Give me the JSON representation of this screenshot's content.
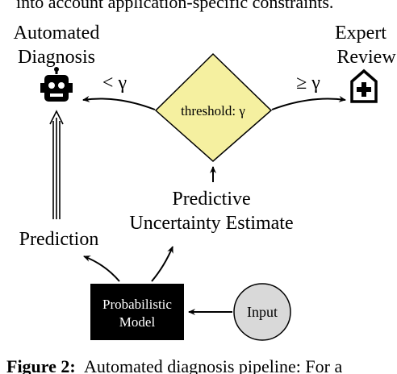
{
  "top_text": "into account application-specific constraints.",
  "automated_diagnosis": {
    "line1": "Automated",
    "line2": "Diagnosis",
    "icon": "robot-icon"
  },
  "expert_review": {
    "line1": "Expert",
    "line2": "Review",
    "icon": "hospital-icon"
  },
  "threshold_label": "threshold: γ",
  "less_than_label": "< γ",
  "greater_equal_label": "≥ γ",
  "uncertainty": {
    "line1": "Predictive",
    "line2": "Uncertainty Estimate"
  },
  "prediction_label": "Prediction",
  "model": {
    "line1": "Probabilistic",
    "line2": "Model"
  },
  "input_label": "Input",
  "caption": {
    "prefix": "Figure 2:",
    "text": "Automated diagnosis pipeline: For a"
  },
  "colors": {
    "diamond_fill": "#f5f0a0",
    "model_fill": "#000000",
    "input_fill": "#d9d9d9"
  }
}
